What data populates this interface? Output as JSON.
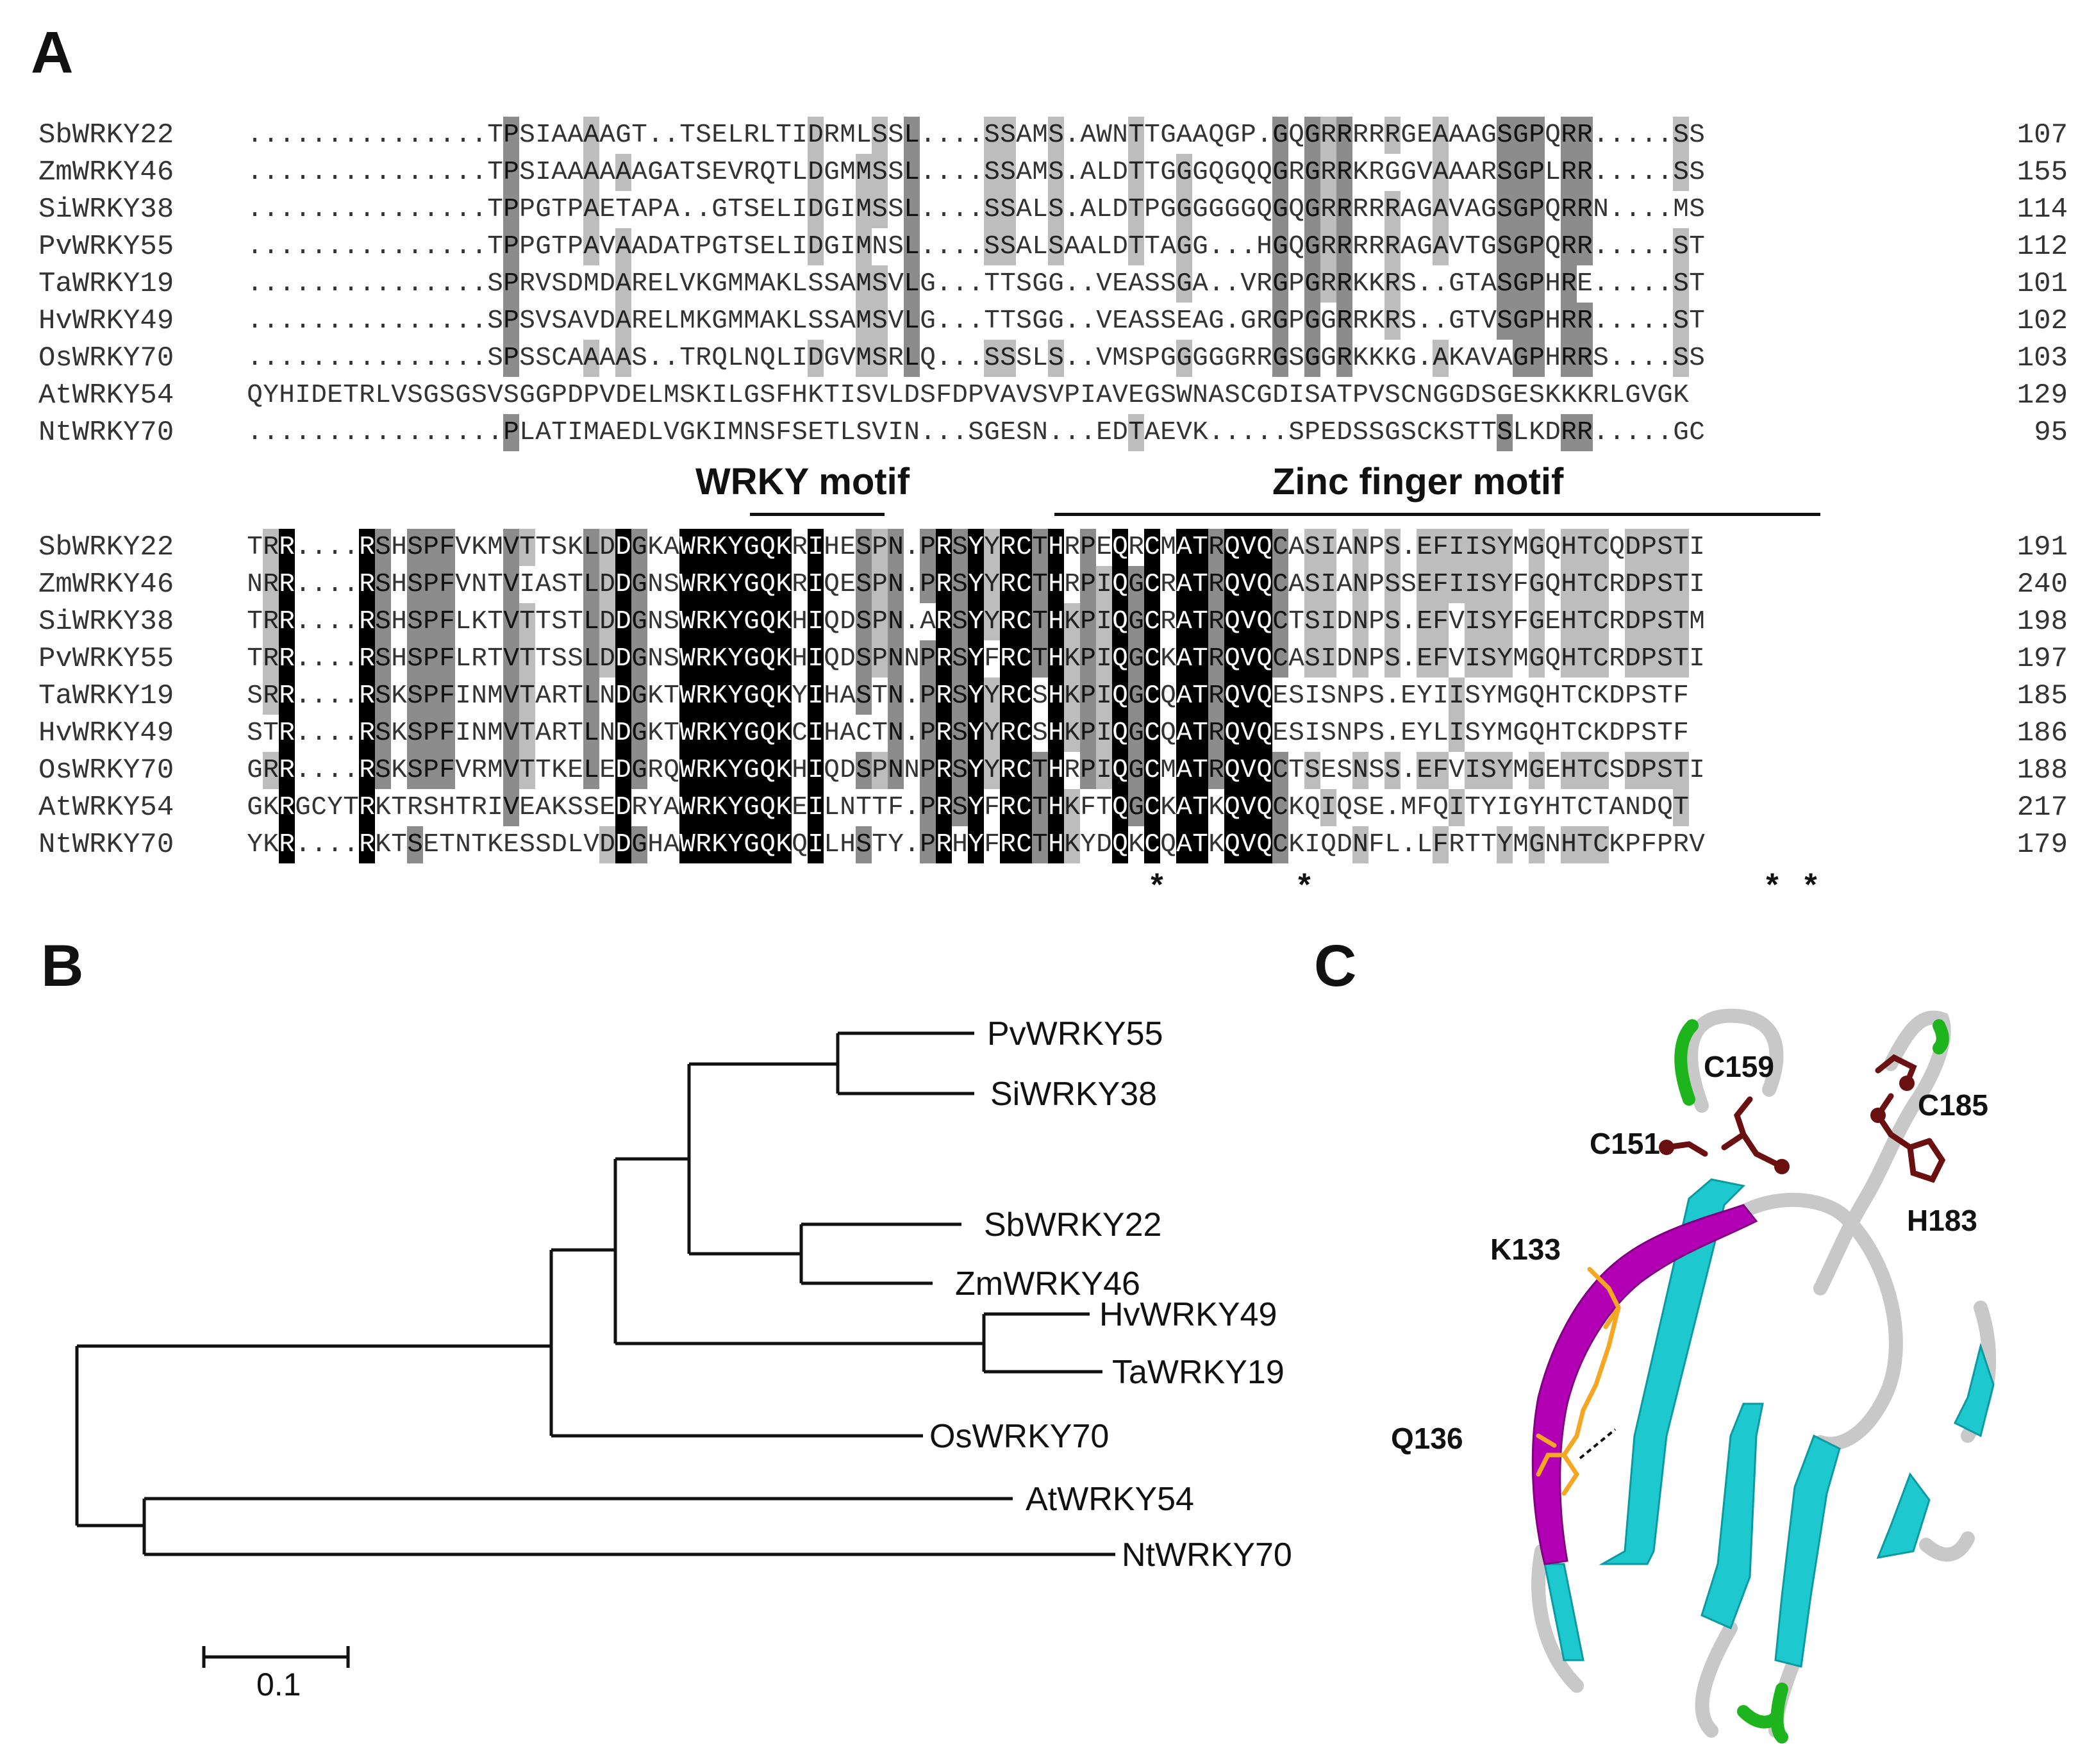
{
  "panels": {
    "a": "A",
    "b": "B",
    "c": "C"
  },
  "alignment": {
    "motifs": {
      "wrky": "WRKY motif",
      "zinc": "Zinc finger motif"
    },
    "conserved_marker": "*",
    "block1": [
      {
        "name": "SbWRKY22",
        "seq": "...............TPSIAAAAGT..TSELRLTIDRMLSSL....SSAMS.AWNTTGAAQGP.GQGRRRRRGEAAAGSGPQRR.....SS",
        "num": "107"
      },
      {
        "name": "ZmWRKY46",
        "seq": "...............TPSIAAAAAAGATSEVRQTLDGMMSSL....SSAMS.ALDTTGGGQGQQGRGRRKRGGVAAARSGPLRR.....SS",
        "num": "155"
      },
      {
        "name": "SiWRKY38",
        "seq": "...............TPPGTPAETAPA..GTSELIDGIMSSL....SSALS.ALDTPGGGGGGQGQGRRRRRAGAVAGSGPQRRN....MS",
        "num": "114"
      },
      {
        "name": "PvWRKY55",
        "seq": "...............TPPGTPAVAADATPGTSELIDGIMNSL....SSALSAALDTTAGG...HGQGRRRRRAGAVTGSGPQRR.....ST",
        "num": "112"
      },
      {
        "name": "TaWRKY19",
        "seq": "...............SPRVSDMDARELVKGMMAKLSSAMSVLG...TTSGG..VEASSGA..VRGPGRRKKRS..GTASGPHRE.....ST",
        "num": "101"
      },
      {
        "name": "HvWRKY49",
        "seq": "...............SPSVSAVDARELMKGMMAKLSSAMSVLG...TTSGG..VEASSEAG.GRGPGGRRKRS..GTVSGPHRR.....ST",
        "num": "102"
      },
      {
        "name": "OsWRKY70",
        "seq": "...............SPSSCAAAAS..TRQLNQLIDGVMSRLQ...SSSLS..VMSPGGGGGRRGSGGRKKKG.AKAVAGPHRRS....SS",
        "num": "103"
      },
      {
        "name": "AtWRKY54",
        "seq": "QYHIDETRLVSGSGSVSGGPDPVDELMSKILGSFHKTISVLDSFDPVAVSVPIAVEGSWNASCGDISATPVSCNGGDSGESKKKRLGVGK",
        "num": "129"
      },
      {
        "name": "NtWRKY70",
        "seq": "................PLATIMAEDLVGKIMNSFSETLSVIN...SGESN...EDTAEVK.....SPEDSSGSCKSTTSLKDRR.....GC",
        "num": "95"
      }
    ],
    "block2": [
      {
        "name": "SbWRKY22",
        "seq": "TRR....RSHSPFVKMVTTSKLDDGKAWRKYGQKRIHESPN.PRSYYRCTHRPEQRCMATRQVQCASIANPS.EFIISYMGQHTCQDPSTI",
        "num": "191"
      },
      {
        "name": "ZmWRKY46",
        "seq": "NRR....RSHSPFVNTVIASTLDDGNSWRKYGQKRIQESPN.PRSYYRCTHRPIQGCRATRQVQCASIANPSSEFIISYFGQHTCRDPSTI",
        "num": "240"
      },
      {
        "name": "SiWRKY38",
        "seq": "TRR....RSHSPFLKTVTTSTLDDGNSWRKYGQKHIQDSPN.ARSYYRCTHKPIQGCRATRQVQCTSIDNPS.EFVISYFGEHTCRDPSTM",
        "num": "198"
      },
      {
        "name": "PvWRKY55",
        "seq": "TRR....RSHSPFLRTVTTSSLDDGNSWRKYGQKHIQDSPNNPRSYFRCTHKPIQGCKATRQVQCASIDNPS.EFVISYMGQHTCRDPSTI",
        "num": "197"
      },
      {
        "name": "TaWRKY19",
        "seq": "SRR....RSKSPFINMVTARTLNDGKTWRKYGQKYIHASTN.PRSYYRCSHKPIQGCQATRQVQESISNPS.EYIISYMGQHTCKDPSTF",
        "num": "185"
      },
      {
        "name": "HvWRKY49",
        "seq": "STR....RSKSPFINMVTARTLNDGKTWRKYGQKCIHACTN.PRSYYRCSHKPIQGCQATRQVQESISNPS.EYLISYMGQHTCKDPSTF",
        "num": "186"
      },
      {
        "name": "OsWRKY70",
        "seq": "GRR....RSKSPFVRMVTTKELEDGRQWRKYGQKHIQDSPNNPRSYYRCTHRPIQGCMATRQVQCTSESNSS.EFVISYMGEHTCSDPSTI",
        "num": "188"
      },
      {
        "name": "AtWRKY54",
        "seq": "GKRGCYTRKTRSHTRIVEAKSSEDRYAWRKYGQKEILNTTF.PRSYFRCTHKFTQGCKATKQVQCKQIQSE.MFQITYIGYHTCTANDQT",
        "num": "217"
      },
      {
        "name": "NtWRKY70",
        "seq": "YKR....RKTSETNTKESSDLVDDGHAWRKYGQKQILHSTY.PRHYFRCTHKYDQKCQATKQVQCKIQDNFL.LFRTTYMGNHTCKPFPRV",
        "num": "179"
      }
    ]
  },
  "tree": {
    "leaves": [
      "PvWRKY55",
      "SiWRKY38",
      "SbWRKY22",
      "ZmWRKY46",
      "HvWRKY49",
      "TaWRKY19",
      "OsWRKY70",
      "AtWRKY54",
      "NtWRKY70"
    ],
    "scale_label": "0.1"
  },
  "structure": {
    "residues": [
      "C159",
      "C185",
      "C151",
      "H183",
      "K133",
      "Q136"
    ],
    "colors": {
      "strand": "#1ec8cf",
      "coil": "#c8c8c8",
      "turn": "#1eb41e",
      "motif": "#b400b4",
      "zinc_res": "#6b1010",
      "motif_res": "#f5a623"
    }
  }
}
